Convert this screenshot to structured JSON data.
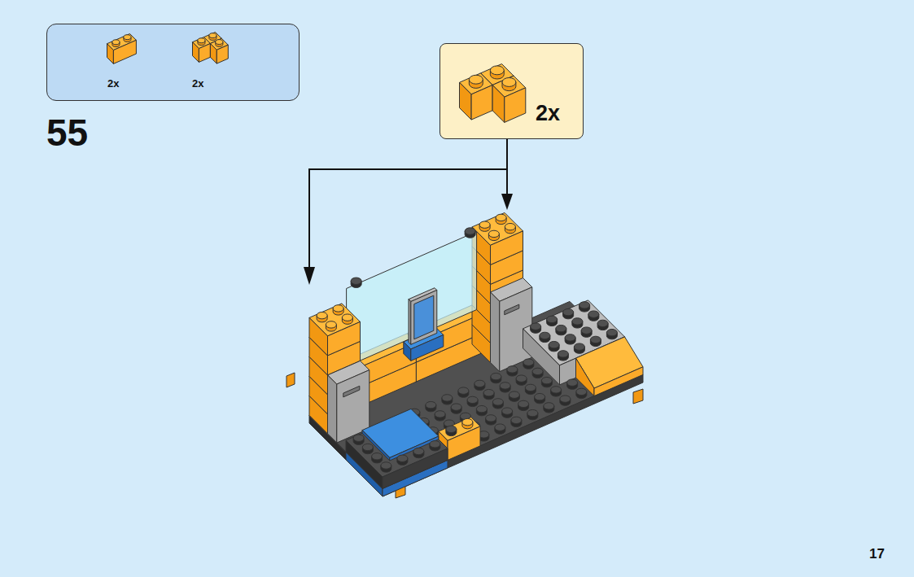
{
  "diagram": {
    "nodes": [
      {
        "text": [
          "2x",
          "2x"
        ]
      },
      {
        "text": [
          "2x"
        ]
      }
    ],
    "labels": [
      "55",
      "17"
    ]
  }
}
